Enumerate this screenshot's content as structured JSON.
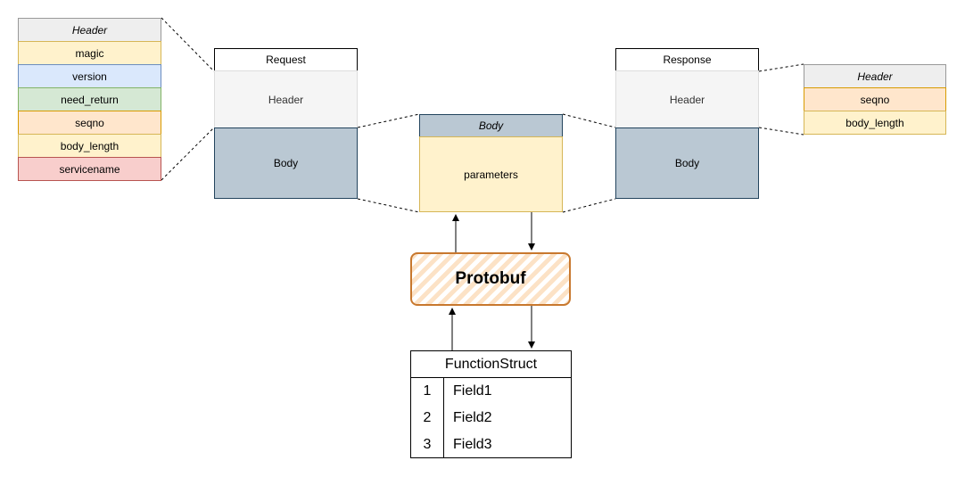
{
  "left_header": {
    "title": "Header",
    "fields": [
      {
        "label": "magic",
        "color": "#fff2cc",
        "border": "#d6b656"
      },
      {
        "label": "version",
        "color": "#dae8fc",
        "border": "#6c8ebf"
      },
      {
        "label": "need_return",
        "color": "#d5e8d4",
        "border": "#82b366"
      },
      {
        "label": "seqno",
        "color": "#ffe6cc",
        "border": "#d79b00"
      },
      {
        "label": "body_length",
        "color": "#fff2cc",
        "border": "#d6b656"
      },
      {
        "label": "servicename",
        "color": "#f8cecc",
        "border": "#b85450"
      }
    ]
  },
  "request": {
    "title": "Request",
    "header": "Header",
    "body": "Body"
  },
  "body_box": {
    "title": "Body",
    "content": "parameters"
  },
  "response": {
    "title": "Response",
    "header": "Header",
    "body": "Body"
  },
  "right_header": {
    "title": "Header",
    "fields": [
      {
        "label": "seqno",
        "color": "#ffe6cc",
        "border": "#d79b00"
      },
      {
        "label": "body_length",
        "color": "#fff2cc",
        "border": "#d6b656"
      }
    ]
  },
  "protobuf": {
    "label": "Protobuf"
  },
  "function_struct": {
    "title": "FunctionStruct",
    "rows": [
      {
        "num": "1",
        "field": "Field1"
      },
      {
        "num": "2",
        "field": "Field2"
      },
      {
        "num": "3",
        "field": "Field3"
      }
    ]
  },
  "colors": {
    "header_gray": "#f5f5f5",
    "body_blue_gray": "#bac8d3",
    "accent_orange": "#c8782e"
  }
}
